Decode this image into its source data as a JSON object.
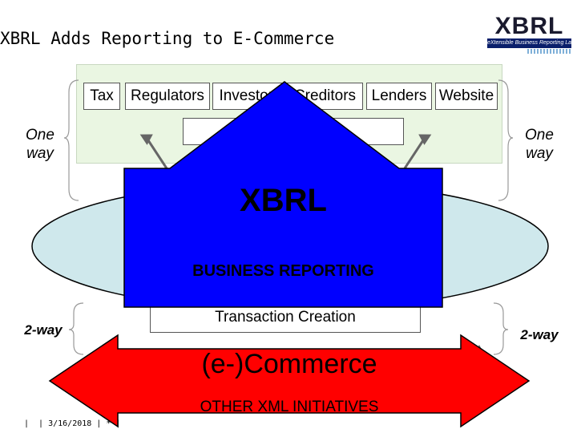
{
  "title": "XBRL Adds Reporting to E-Commerce",
  "logo": {
    "name": "XBRL",
    "tagline": "eXtensible Business Reporting Language"
  },
  "report_targets": [
    "Tax",
    "Regulators",
    "Investors",
    "Creditors",
    "Lenders",
    "Website"
  ],
  "labels": {
    "one_way_left": [
      "One",
      "way"
    ],
    "one_way_right": [
      "One",
      "way"
    ],
    "two_way_left": "2-way",
    "two_way_right": "2-way"
  },
  "center_arrow": {
    "label": "XBRL",
    "sublabel": "BUSINESS REPORTING",
    "color": "#0000ff"
  },
  "transaction_box": "Transaction Creation",
  "bottom_arrow": {
    "label": "(e-)Commerce",
    "sublabel": "OTHER XML INITIATIVES",
    "color": "#ff0000"
  },
  "footer": "|  | 3/16/2018 | * |",
  "colors": {
    "green_panel": "#eaf6e2",
    "ellipse": "#cfe8ec",
    "arrow_blue": "#0000ff",
    "arrow_red": "#ff0000"
  }
}
